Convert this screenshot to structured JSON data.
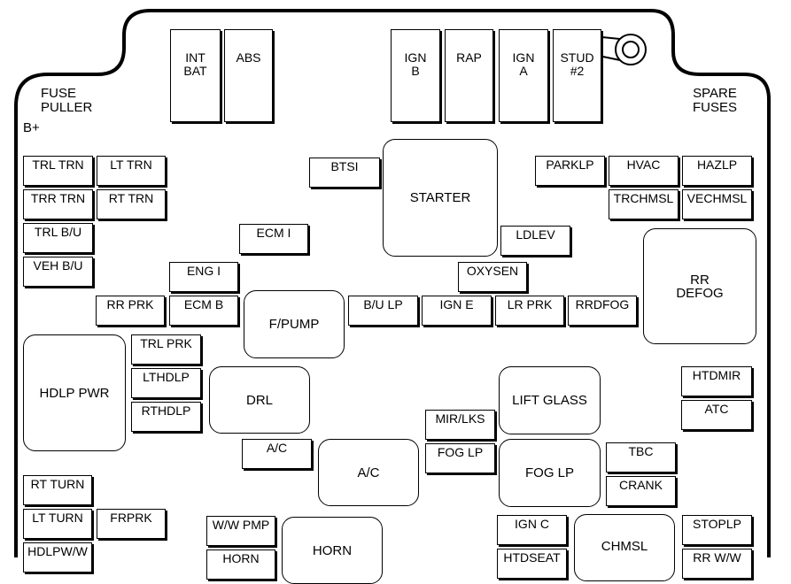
{
  "labels": {
    "fuse_puller": "FUSE\nPULLER",
    "b_plus": "B+",
    "spare_fuses": "SPARE\nFUSES"
  },
  "fuses": {
    "int_bat": "INT\nBAT",
    "abs": "ABS",
    "ign_b": "IGN\nB",
    "rap": "RAP",
    "ign_a": "IGN\nA",
    "stud2": "STUD\n#2",
    "trl_trn": "TRL TRN",
    "lt_trn": "LT TRN",
    "trr_trn": "TRR TRN",
    "rt_trn": "RT TRN",
    "trl_bu": "TRL B/U",
    "veh_bu": "VEH B/U",
    "btsi": "BTSI",
    "ecm1": "ECM I",
    "eng1": "ENG I",
    "rr_prk": "RR PRK",
    "ecm_b": "ECM B",
    "ldlev": "LDLEV",
    "oxysen": "OXYSEN",
    "bu_lp": "B/U LP",
    "ign_e": "IGN E",
    "lr_prk": "LR PRK",
    "rrdfog": "RRDFOG",
    "parklp": "PARKLP",
    "hvac": "HVAC",
    "hazlp": "HAZLP",
    "trchmsl": "TRCHMSL",
    "vechmsl": "VECHMSL",
    "trl_prk": "TRL PRK",
    "lthdlp": "LTHDLP",
    "rthdlp": "RTHDLP",
    "htdmir": "HTDMIR",
    "atc": "ATC",
    "mir_lks": "MIR/LKS",
    "fog_lp": "FOG LP",
    "ac": "A/C",
    "tbc": "TBC",
    "crank": "CRANK",
    "rt_turn": "RT TURN",
    "lt_turn": "LT TURN",
    "frprk": "FRPRK",
    "hdlpww": "HDLPW/W",
    "ww_pmp": "W/W PMP",
    "horn_fuse": "HORN",
    "ign_c": "IGN C",
    "htdseat": "HTDSEAT",
    "stoplp": "STOPLP",
    "rr_wpr": "RR W/W"
  },
  "relays": {
    "starter": "STARTER",
    "rr_defog": "RR\nDEFOG",
    "f_pump": "F/PUMP",
    "hdlp_pwr": "HDLP PWR",
    "drl": "DRL",
    "lift_glass": "LIFT GLASS",
    "ac": "A/C",
    "fog_lp": "FOG LP",
    "horn": "HORN",
    "chmsl": "CHMSL"
  }
}
